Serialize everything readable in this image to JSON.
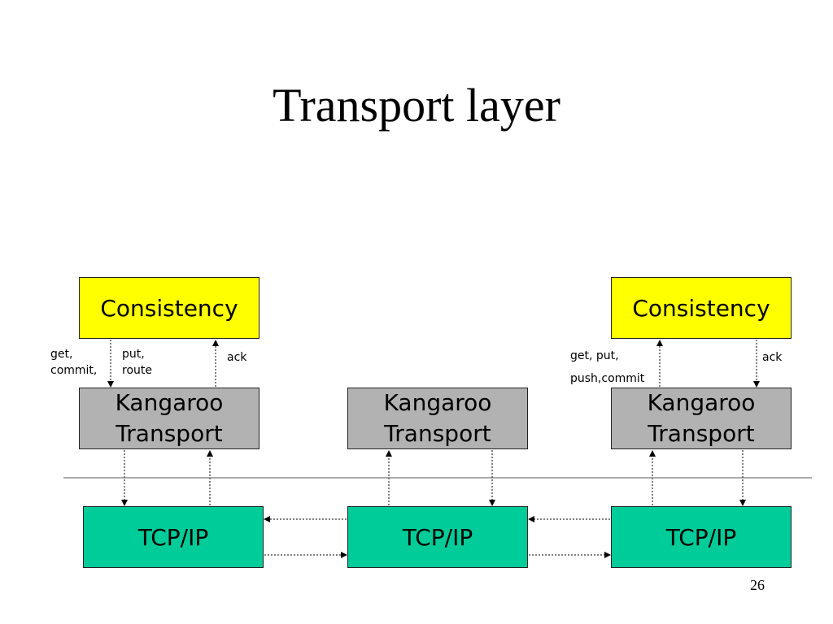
{
  "slide": {
    "title": "Transport layer",
    "page_number": "26"
  },
  "diagram": {
    "consistency_label": "Consistency",
    "kangaroo_line1": "Kangaroo",
    "kangaroo_line2": "Transport",
    "tcp_label": "TCP/IP",
    "labels": {
      "left_get_commit_1": "get,",
      "left_get_commit_2": "commit,",
      "left_put_route_1": "put,",
      "left_put_route_2": "route",
      "left_ack": "ack",
      "right_get_put_1": "get, put,",
      "right_get_put_2": "push,commit",
      "right_ack": "ack"
    }
  }
}
